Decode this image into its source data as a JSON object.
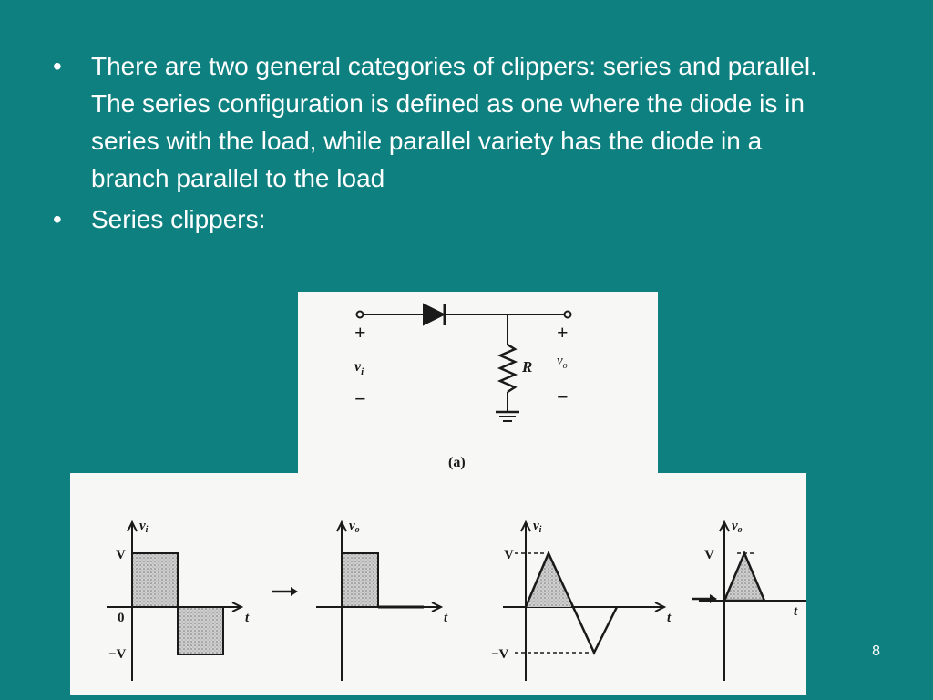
{
  "slide": {
    "bullets": [
      {
        "marker": "•",
        "text": "There are two general categories of clippers: series and parallel. The series configuration is defined as one where the diode is in series with the load, while parallel variety has the diode in a branch parallel to the load"
      },
      {
        "marker": "•",
        "text": "Series clippers:"
      }
    ],
    "page_number": "8"
  },
  "circuit": {
    "plus_in": "+",
    "minus_in": "−",
    "vi_label": "v",
    "vi_sub": "i",
    "resistor_label": "R",
    "vo_label": "v",
    "vo_sub": "o",
    "plus_out": "+",
    "minus_out": "−",
    "caption": "(a)"
  },
  "waveforms": {
    "square_in": {
      "y_label": "v",
      "y_sub": "i",
      "x_label": "t",
      "high_label": "V",
      "zero_label": "0",
      "low_label": "−V"
    },
    "square_out": {
      "y_label": "v",
      "y_sub": "o",
      "x_label": "t"
    },
    "triangle_in": {
      "y_label": "v",
      "y_sub": "i",
      "x_label": "t",
      "high_label": "V",
      "low_label": "−V"
    },
    "triangle_out": {
      "y_label": "v",
      "y_sub": "o",
      "x_label": "t",
      "high_label": "V"
    }
  },
  "colors": {
    "background": "#0f8080",
    "text": "#ffffff",
    "figure_bg": "#f7f7f5",
    "ink": "#1a1a1a"
  }
}
